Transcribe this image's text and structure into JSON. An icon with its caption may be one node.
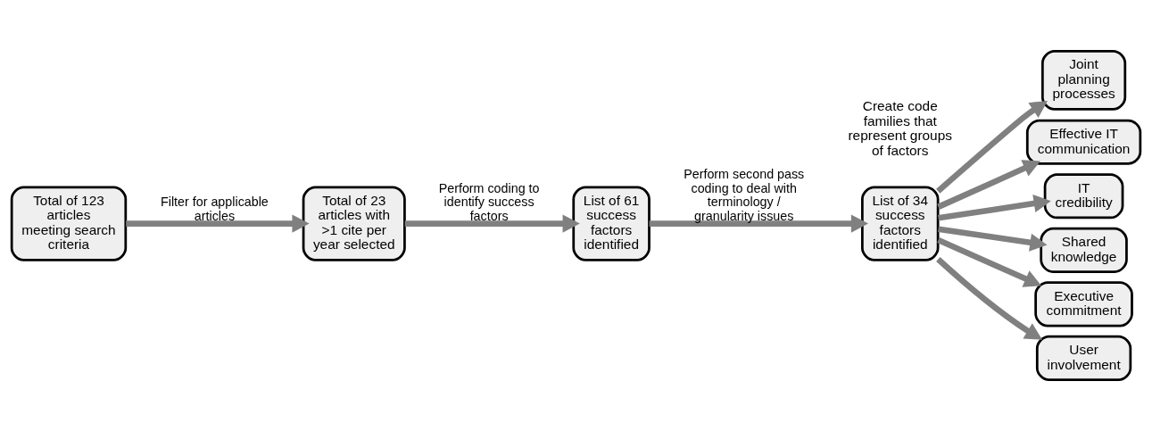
{
  "diagram": {
    "nodes": [
      {
        "text": [
          "Total of 123 articles meeting search criteria"
        ]
      },
      {
        "text": [
          "Total of 23 articles with >1 cite per year selected"
        ]
      },
      {
        "text": [
          "List of 61 success factors identified"
        ]
      },
      {
        "text": [
          "List of 34 success factors identified"
        ]
      },
      {
        "text": [
          "Joint planning processes"
        ]
      },
      {
        "text": [
          "Effective IT communication"
        ]
      },
      {
        "text": [
          "IT credibility"
        ]
      },
      {
        "text": [
          "Shared knowledge"
        ]
      },
      {
        "text": [
          "Executive commitment"
        ]
      },
      {
        "text": [
          "User involvement"
        ]
      }
    ],
    "edges": [
      {
        "from": 0,
        "to": 1,
        "arrow": "to",
        "label": "Filter for applicable articles"
      },
      {
        "from": 1,
        "to": 2,
        "arrow": "to",
        "label": "Perform coding to identify success factors"
      },
      {
        "from": 2,
        "to": 3,
        "arrow": "to",
        "label": "Perform second pass coding to deal with terminology / granularity issues"
      },
      {
        "from": 3,
        "to": 4,
        "arrow": "to"
      },
      {
        "from": 3,
        "to": 5,
        "arrow": "to"
      },
      {
        "from": 3,
        "to": 6,
        "arrow": "to"
      },
      {
        "from": 3,
        "to": 7,
        "arrow": "to"
      },
      {
        "from": 3,
        "to": 8,
        "arrow": "to"
      },
      {
        "from": 3,
        "to": 9,
        "arrow": "to"
      }
    ],
    "labels": [
      "Create code families that represent groups of factors"
    ]
  }
}
